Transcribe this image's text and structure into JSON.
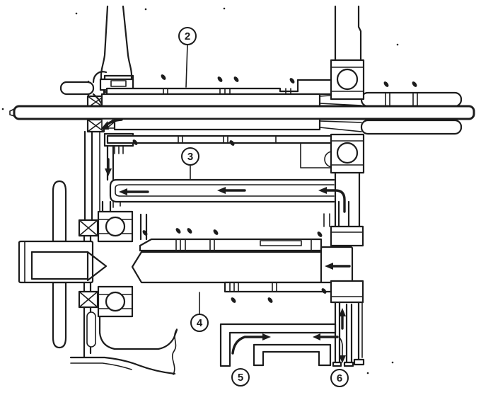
{
  "diagram": {
    "kind": "gearbox sectional lubrication diagram",
    "ink": "#1c1c1c",
    "paper": "#ffffff",
    "callouts": [
      {
        "label": "2",
        "target": "mainshaft-gear-cluster"
      },
      {
        "label": "3",
        "target": "oil-pipe"
      },
      {
        "label": "4",
        "target": "countershaft-gear-cluster"
      },
      {
        "label": "5",
        "target": "oil-trough"
      },
      {
        "label": "6",
        "target": "oil-drain-passage"
      }
    ],
    "flow_arrows": [
      {
        "name": "oil-pipe-flow-arrow",
        "direction": "left"
      },
      {
        "name": "oil-pipe-outlet-arrow",
        "direction": "left"
      },
      {
        "name": "gallery-elbow-arrow",
        "direction": "left"
      },
      {
        "name": "countershaft-feed-arrow",
        "direction": "left"
      },
      {
        "name": "riser-arrow",
        "direction": "up"
      },
      {
        "name": "trough-feed-arrow",
        "direction": "right"
      },
      {
        "name": "drain-bar-arrow",
        "direction": "left"
      },
      {
        "name": "drain-down-arrow",
        "direction": "down"
      },
      {
        "name": "seal-feed-arrow",
        "direction": "left"
      },
      {
        "name": "left-wall-drip-arrow",
        "direction": "down"
      }
    ]
  }
}
